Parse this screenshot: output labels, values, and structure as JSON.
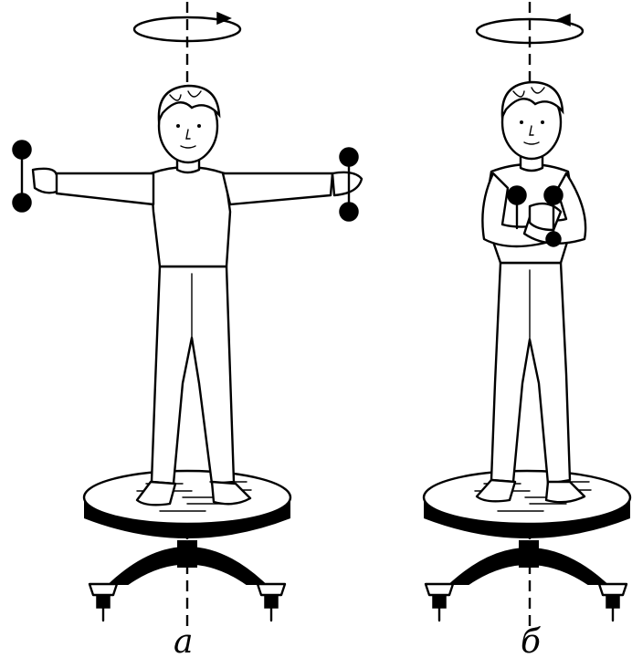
{
  "figure": {
    "panels": [
      {
        "caption": "a",
        "pose": "arms-extended-holding-dumbbells",
        "rotation_arrow": "clockwise-arrow-icon"
      },
      {
        "caption": "б",
        "pose": "arms-folded-holding-dumbbells",
        "rotation_arrow": "counterclockwise-arrow-icon"
      }
    ]
  }
}
